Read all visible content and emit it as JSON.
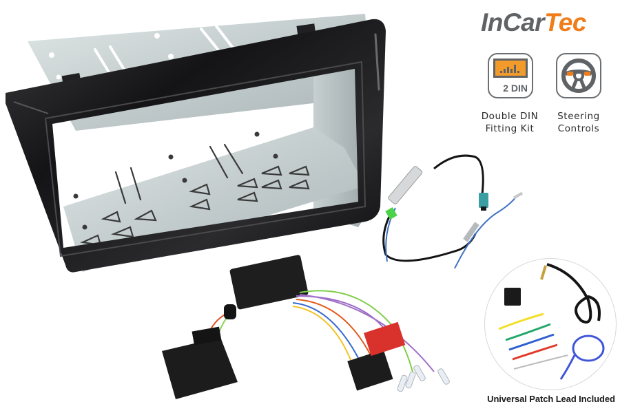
{
  "brand": {
    "logo_part1": "InCar",
    "logo_part2": "Tec",
    "colors": {
      "grey": "#5f6366",
      "orange": "#f07d1a"
    }
  },
  "features": [
    {
      "icon": "double-din-radio-icon",
      "badge": "2 DIN",
      "label_line1": "Double DIN",
      "label_line2": "Fitting Kit"
    },
    {
      "icon": "steering-wheel-icon",
      "label_line1": "Steering",
      "label_line2": "Controls"
    }
  ],
  "products": {
    "fascia": {
      "name": "double-din-fascia-with-cage",
      "finish_color": "#1c1c1e"
    },
    "antenna_adapter": {
      "name": "antenna-adapter-lead",
      "connector_color": "#3a9ea3"
    },
    "steering_interface": {
      "name": "steering-control-interface-harness",
      "iso_connector_color": "#d9312b"
    },
    "patch_lead": {
      "name": "universal-patch-lead",
      "caption": "Universal Patch Lead Included"
    }
  }
}
